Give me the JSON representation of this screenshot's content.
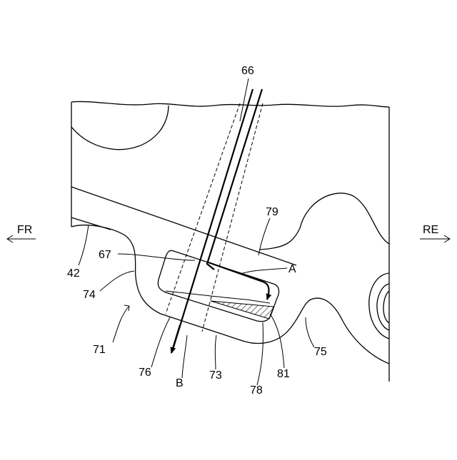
{
  "direction_labels": {
    "front": "FR",
    "rear": "RE"
  },
  "flow_labels": {
    "a": "A",
    "b": "B"
  },
  "reference_numerals": {
    "n66": "66",
    "n79": "79",
    "n67": "67",
    "n42": "42",
    "n74": "74",
    "n71": "71",
    "n76": "76",
    "n73": "73",
    "n78": "78",
    "n81": "81",
    "n75": "75"
  }
}
